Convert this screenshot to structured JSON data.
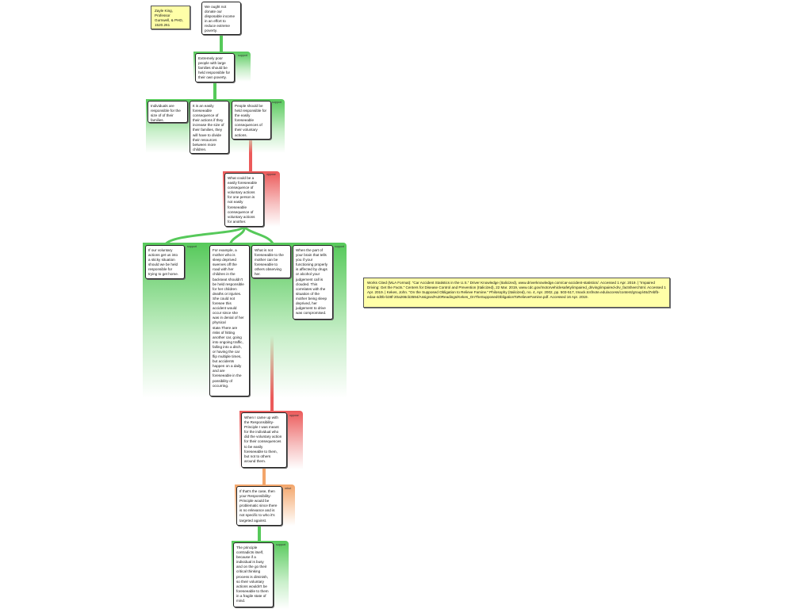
{
  "colors": {
    "support": "#56c95a",
    "oppose": "#ec5a5a",
    "rebut": "#f3a56a"
  },
  "author_note": "Zayle King,\nProfessor\nGurnwell, & PHD,\n1520.261",
  "works_cited": "Works Cited (MLA Format): “Car Accident Statistics in the U.S.” Driver Knowledge (Italicized), www.driverknowledge.com/car-accident-statistics/. Accessed 1 Apr. 2019. | “Impaired Driving: Get the Facts.” Centers for Disease Control and Prevention (Italicized), 22 Mar. 2019, www.cdc.gov/motorvehiclesafety/impaired_driving/impaired-drv_factsheet.html. Accessed 1 Apr. 2019. | Kekes, John. “On the Supposed Obligation to Relieve Famine.” Philosophy (Italicized), no. 4, Apr. 2002, pp. 503-517, tmack.tcsfnote.edu/access/content/group/46d7ebfb-edaa-4d0b-b38f-20a266cb3594/Assigned%20Readings/Kekes_OnTheSupposedObligationToRelieveFamine.pdf. Accessed 16 Apr. 2019.",
  "nodes": {
    "root": "We ought not\ndonate our\ndisposable income\nin an effort to\nreduce extreme\npoverty.",
    "n1": "Extremely poor\npeople with large\nfamilies should be\nheld responsible for\ntheir own poverty.",
    "n2a": "Individuals are\nresponsible for the\nsize of of their\nfamilies.",
    "n2b": "It is an easily\nforeseeable\nconsequence of\ntheir actions if they\nincrease the size of\ntheir families, they\nwill have to divide\ntheir resources\nbetween more\nchildren.",
    "n2c": "People should be\nheld responsible for\nthe easily\nforeseeable\nconsequences of\ntheir voluntary\nactions.",
    "n3": "What could be a\neasily foreseeable\nconsequence of\nvoluntary actions\nfor one person is\nnot easily\nforeseeable\nconsequence of\nvoluntary actions\nfor another.",
    "n4a": "If our voluntary\nactions get us into\na sticky situation\nshould we be held\nresponsible for\ntrying to get home.",
    "n4b": "For example, a\nmother who is\nsleep deprived\nswerves off the\nroad with her\nchildren in the\nbackseat shouldn't\nbe held responsible\nfor her children\ndeaths or injuries.\nShe could not\nforesee this\naccident would\noccur since she\nwas in denial of her\nphysical\nstate.There are\nrisks of hitting\nanother car, going\ninto ongoing traffic,\nfalling into a ditch,\nor having the car\nflip multiple times,\nbut accidents\nhappen on a daily\nand are\nforeseeable in the\npossibility of\noccurring.",
    "n4c": "What is not\nforeseeable to the\nmother can be\nforeseeable to\nothers observing\nher.",
    "n4d": "When the part of\nyour brain that tells\nyou if your\nfunctioning properly\nis affected by drugs\nor alcohol your\njudgement call is\nclouded. This\ncorrelates with the\nsituation of the\nmother being sleep\ndeprived, her\njudgement to drive\nwas compromised.",
    "n5": "When I came up with\nthe Responsibility-\nPrinciple I was meant\nfor the individual who\ndid the voluntary action\nfor their consequences\nto be easily\nforeseeable to them,\nbut not to others\naround them.",
    "n6": "If that's the case, then\nyour Responsibility-\nPrinciple would be\nproblematic since there\nis no relevance and is\nnot specific to who it's\ntargeted against.",
    "n7": "The principle\ncontradicts itself,\nbecause if a\nindividual is busy\nand on the go their\ncritical thinking\nprocess is diminish,\nso their voluntary\nactions wouldn't be\nforeseeable to them\nin a fragile state of\nmind."
  },
  "tags": {
    "support": "support",
    "oppose": "oppose",
    "rebut": "rebut"
  }
}
